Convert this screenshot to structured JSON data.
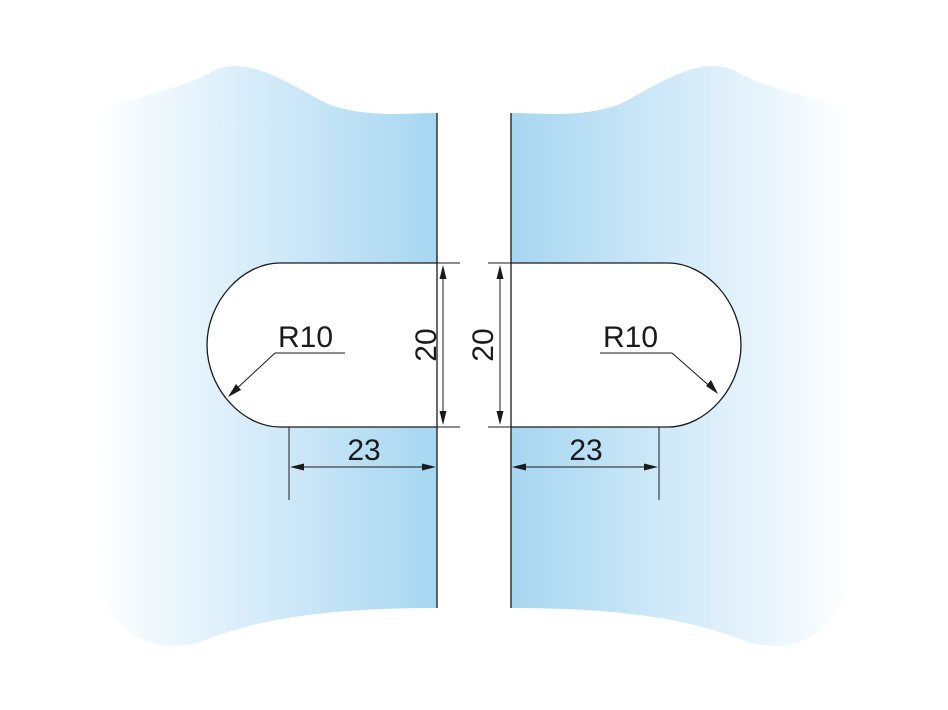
{
  "colors": {
    "glass_edge": "#a6d6f1",
    "glass_fade": "#ffffff",
    "line": "#1a1a1a",
    "background": "#ffffff"
  },
  "left_panel": {
    "radius_label": "R10",
    "height_label": "20",
    "depth_label": "23"
  },
  "right_panel": {
    "radius_label": "R10",
    "height_label": "20",
    "depth_label": "23"
  }
}
